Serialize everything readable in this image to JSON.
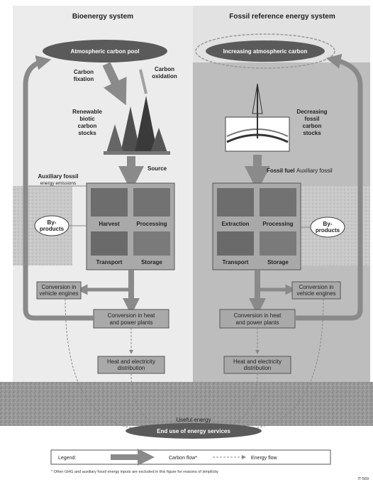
{
  "left_panel": {
    "title": "Bioenergy system",
    "atmosphere": "Atmospheric carbon pool",
    "carbon_fixation": [
      "Carbon",
      "fixation"
    ],
    "carbon_oxidation": [
      "Carbon",
      "oxidation"
    ],
    "renewable": [
      "Renewable",
      "biotic",
      "carbon",
      "stocks"
    ],
    "source": "Source",
    "auxiliary": [
      "Auxiliary fossil",
      "energy emissions"
    ],
    "byproducts": [
      "By-",
      "products"
    ],
    "harvest": "Harvest",
    "processing": "Processing",
    "transport": "Transport",
    "storage": "Storage",
    "vehicle_conversion": [
      "Conversion in",
      "vehicle engines"
    ],
    "power_plant": [
      "Conversion in heat",
      "and power plants"
    ],
    "useful_energy": [
      "Heat and electricity",
      "distribution"
    ]
  },
  "right_panel": {
    "title": "Fossil reference energy system",
    "atmosphere": "Increasing atmospheric carbon",
    "decreasing": [
      "Decreasing",
      "fossil",
      "carbon",
      "stocks"
    ],
    "fossil_fuel": "Fossil fuel",
    "auxiliary": "Auxiliary fossil",
    "byproducts": [
      "By-",
      "products"
    ],
    "extraction": "Extraction",
    "processing": "Processing",
    "transport": "Transport",
    "storage": "Storage",
    "vehicle_conversion": [
      "Conversion in",
      "vehicle engines"
    ],
    "power_plant": [
      "Conversion in heat",
      "and power plants"
    ],
    "useful_energy": [
      "Heat and electricity",
      "distribution"
    ]
  },
  "bottom": {
    "useful_energy": "Useful energy",
    "end_use": "End use of energy services"
  },
  "legend": {
    "label": "Legend:",
    "carbon_flow": "Carbon flow*",
    "energy_flow": "Energy flow",
    "footnote": "* Other GHG and auxiliary fossil energy inputs are excluded in this figure for reasons of simplicity"
  },
  "figure_id": "IT-569",
  "colors": {
    "left_bg": "#ececec",
    "right_bg": "#bdbdbd",
    "ground": "#9a9a9a",
    "box": "#a9a9a9",
    "oval": "#5a5a5a",
    "flow": "#8a8a8a"
  }
}
